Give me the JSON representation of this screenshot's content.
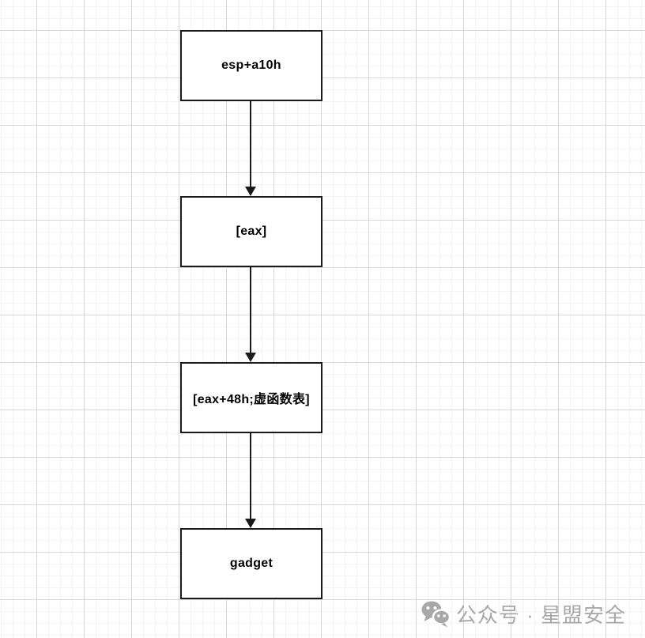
{
  "diagram": {
    "type": "flowchart",
    "direction": "top-to-bottom",
    "nodes": [
      {
        "id": "node-1",
        "label": "esp+a10h"
      },
      {
        "id": "node-2",
        "label": "[eax]"
      },
      {
        "id": "node-3",
        "label": "[eax+48h;虚函数表]"
      },
      {
        "id": "node-4",
        "label": "gadget"
      }
    ],
    "edges": [
      {
        "from": "node-1",
        "to": "node-2",
        "style": "arrow-down"
      },
      {
        "from": "node-2",
        "to": "node-3",
        "style": "arrow-down"
      },
      {
        "from": "node-3",
        "to": "node-4",
        "style": "arrow-down"
      }
    ]
  },
  "watermark": {
    "icon": "wechat-icon",
    "text": "公众号 · 星盟安全"
  },
  "colors": {
    "background": "#ffffff",
    "grid_minor": "#f4f4f4",
    "grid_major": "#d8d8d8",
    "node_fill": "#ffffff",
    "node_border": "#1a1a1a",
    "node_text": "#000000",
    "arrow": "#1a1a1a",
    "watermark": "#a8a8a8"
  }
}
